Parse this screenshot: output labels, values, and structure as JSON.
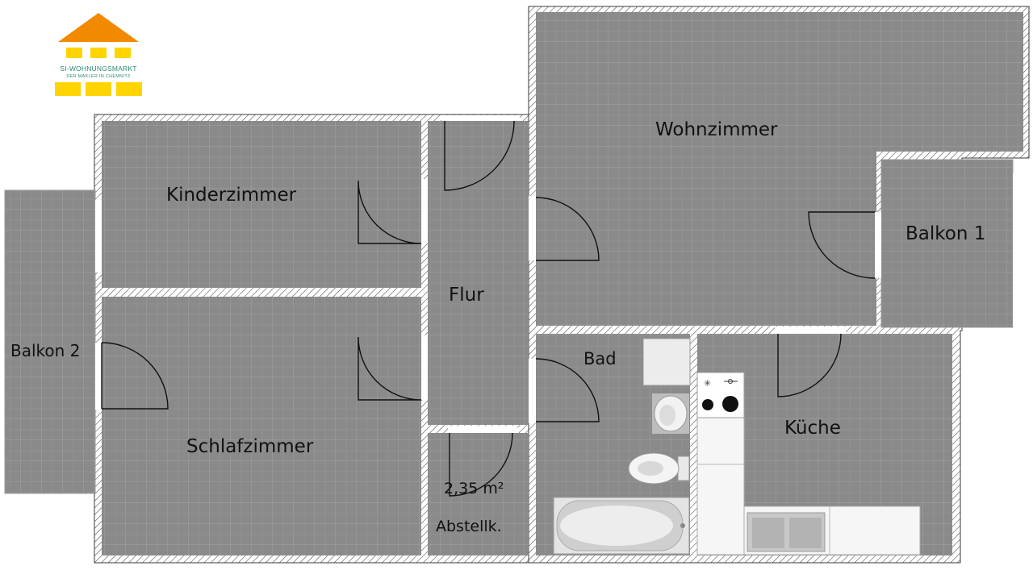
{
  "logo": {
    "name": "SI-WOHNUNGSMARKT",
    "tagline": "DER MAKLER IN CHEMNITZ",
    "roof_color": "#f28a00",
    "block_color": "#ffd400",
    "text_color": "#2a8a74"
  },
  "rooms": {
    "wohnzimmer": "Wohnzimmer",
    "kinderzimmer": "Kinderzimmer",
    "flur": "Flur",
    "balkon1": "Balkon 1",
    "balkon2": "Balkon 2",
    "bad": "Bad",
    "kueche": "Küche",
    "schlafzimmer": "Schlafzimmer",
    "abstell_area": "2,35 m²",
    "abstell_name": "Abstellk."
  },
  "colors": {
    "floor": "#8a8a8a",
    "balcony": "#8f8f8f",
    "grid": "#a3a3a3",
    "wall": "#ffffff",
    "wall_edge": "#3a3a3a",
    "fixture": "#ececec"
  },
  "icons": [
    "house-roof-icon",
    "door-swing-icon",
    "stove-icon",
    "sink-icon",
    "toilet-icon",
    "bathtub-icon"
  ]
}
